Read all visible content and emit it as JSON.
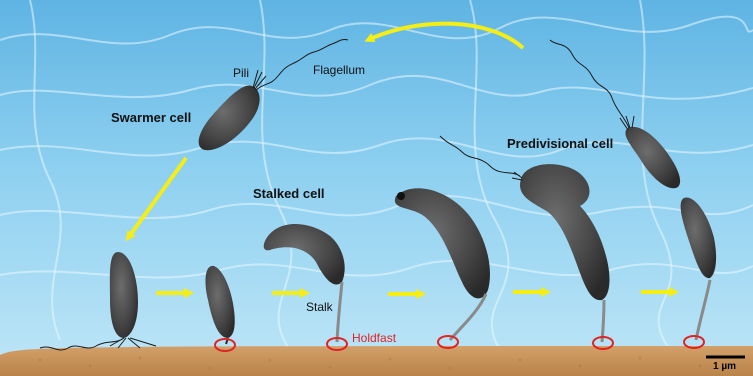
{
  "labels": {
    "pili": "Pili",
    "flagellum": "Flagellum",
    "swarmer_cell": "Swarmer cell",
    "predivisional_cell": "Predivisional cell",
    "stalked_cell": "Stalked cell",
    "stalk": "Stalk",
    "holdfast": "Holdfast"
  },
  "scale_bar": {
    "label": "1 µm"
  },
  "colors": {
    "water_light": "#bfe6f7",
    "water_mid": "#62b9e6",
    "water_deep": "#2f8fd0",
    "substrate": "#c9955b",
    "arrow": "#f5ee16",
    "cell": "#4a4a4a",
    "holdfast_ring": "#e02424"
  }
}
